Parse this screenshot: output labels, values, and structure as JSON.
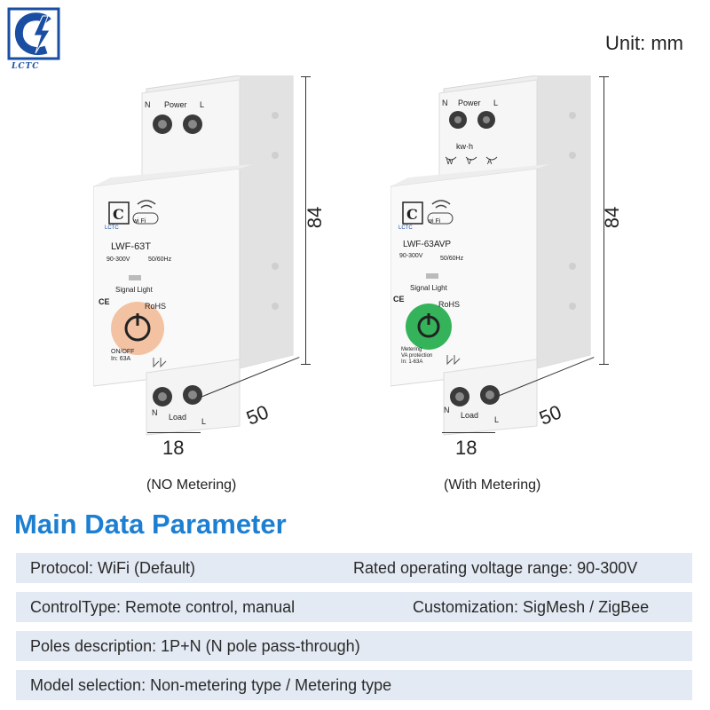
{
  "brand": {
    "logo_text": "LCTC"
  },
  "unit_label": "Unit: mm",
  "products": [
    {
      "model": "LWF-63T",
      "voltage": "90-300V",
      "freq": "50/60Hz",
      "signal": "Signal Light",
      "rohs": "RoHS",
      "ce": "CE",
      "top_labels": {
        "n": "N",
        "power": "Power",
        "l": "L"
      },
      "bottom_labels": {
        "n": "N",
        "load": "Load",
        "l": "L"
      },
      "spec_lines": [
        "ON/OFF",
        "In: 63A"
      ],
      "wifi_label": "wi Fi",
      "button_color": "#f3c2a2",
      "dims": {
        "height": "84",
        "width": "18",
        "depth": "50"
      },
      "caption": "(NO Metering)"
    },
    {
      "model": "LWF-63AVP",
      "voltage": "90-300V",
      "freq": "50/60Hz",
      "signal": "Signal Light",
      "rohs": "RoHS",
      "ce": "CE",
      "top_labels": {
        "n": "N",
        "power": "Power",
        "l": "L"
      },
      "bottom_labels": {
        "n": "N",
        "load": "Load",
        "l": "L"
      },
      "meter_label": "kw·h",
      "meter_icons": [
        "W",
        "V",
        "A"
      ],
      "spec_lines": [
        "Metering",
        "VA protection",
        "In: 1-63A"
      ],
      "wifi_label": "wi Fi",
      "button_color": "#35b35a",
      "dims": {
        "height": "84",
        "width": "18",
        "depth": "50"
      },
      "caption": "(With Metering)"
    }
  ],
  "section_title": "Main Data Parameter",
  "params": [
    {
      "left": "Protocol: WiFi (Default)",
      "right": "Rated operating voltage range: 90-300V"
    },
    {
      "left": "ControlType: Remote control, manual",
      "right": "Customization: SigMesh / ZigBee"
    },
    {
      "left": "Poles description: 1P+N (N pole pass-through)",
      "right": ""
    },
    {
      "left": "Model selection: Non-metering  type / Metering type",
      "right": ""
    }
  ],
  "colors": {
    "title": "#1d7fd1",
    "row_bg": "#e3eaf4",
    "logo": "#1a4ea3"
  }
}
